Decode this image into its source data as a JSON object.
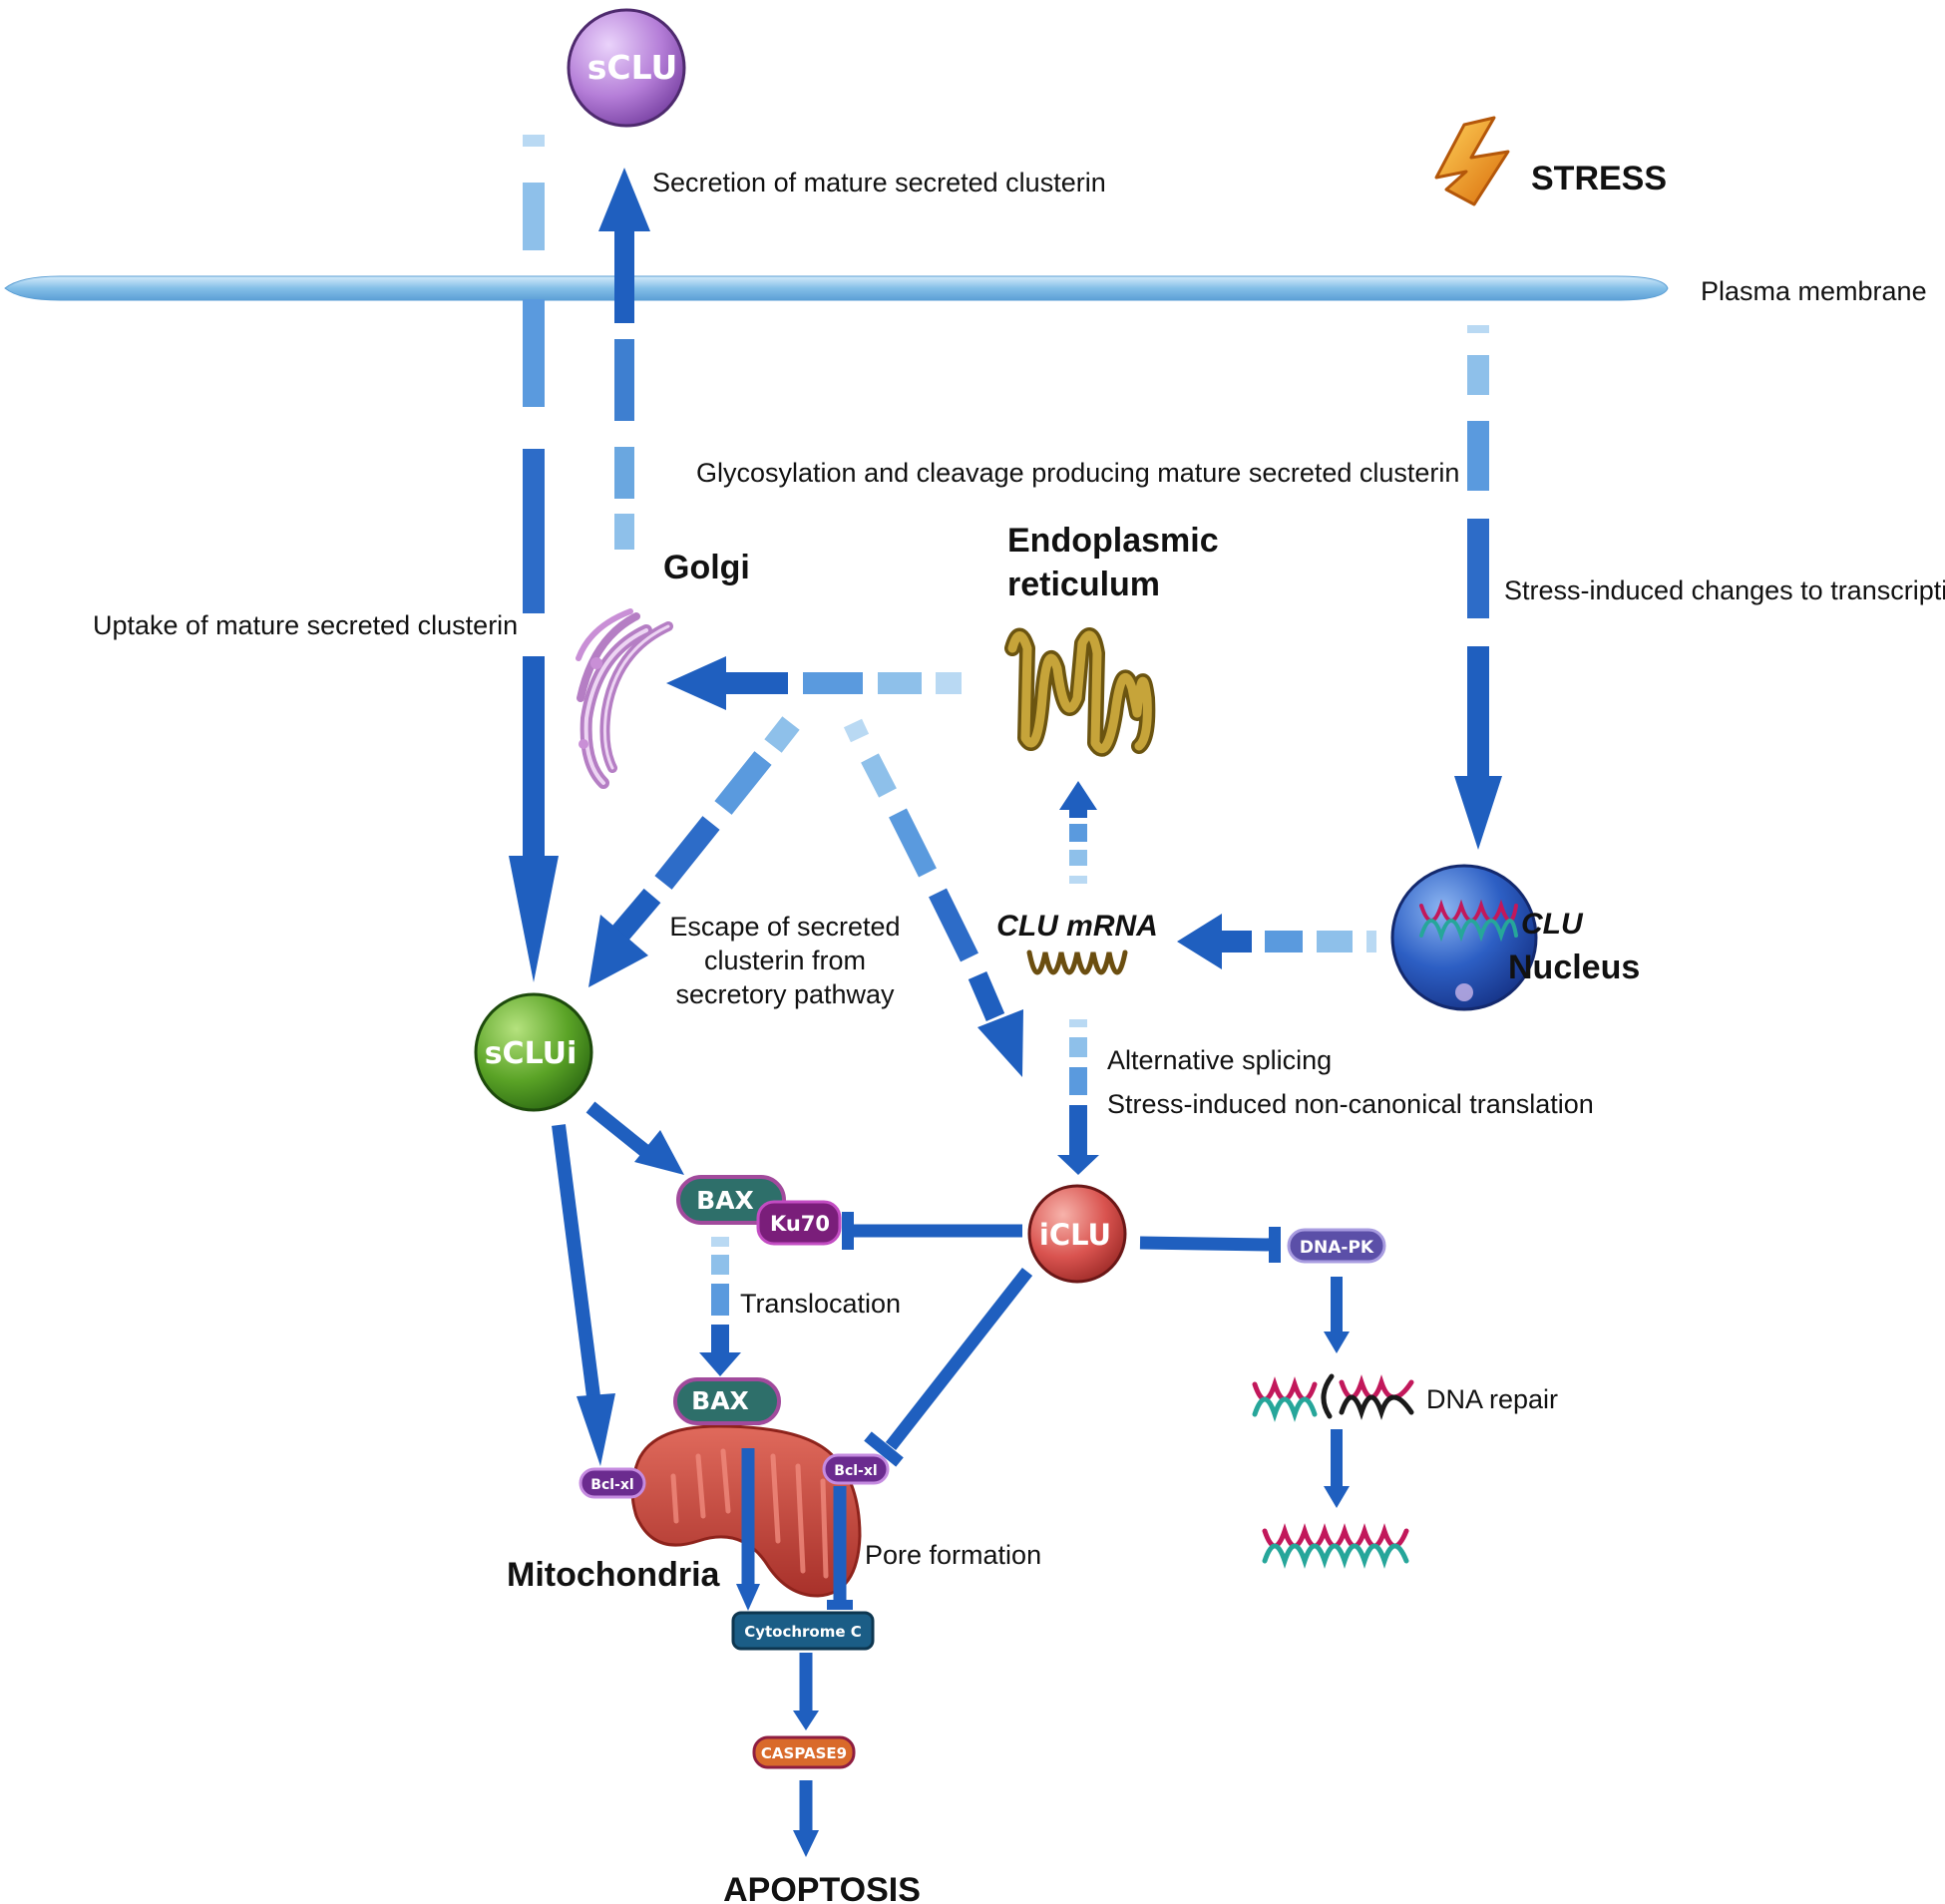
{
  "nodes": {
    "sclu": "sCLU",
    "sclui": "sCLUi",
    "iclu": "iCLU",
    "bax_top": "BAX",
    "ku70": "Ku70",
    "bax_bottom": "BAX",
    "bclxl_left": "Bcl-xl",
    "bclxl_right": "Bcl-xl",
    "cytochrome": "Cytochrome C",
    "caspase": "CASPASE9",
    "dnapk": "DNA-PK",
    "clu_gene": "CLU"
  },
  "labels": {
    "stress": "STRESS",
    "plasma_membrane": "Plasma membrane",
    "secretion": "Secretion of mature secreted clusterin",
    "glycosylation": "Glycosylation and cleavage producing mature secreted clusterin",
    "golgi": "Golgi",
    "er_line1": "Endoplasmic",
    "er_line2": "reticulum",
    "uptake": "Uptake of mature secreted clusterin",
    "stress_transcription": "Stress-induced changes to transcription",
    "clu_mrna": "CLU mRNA",
    "nucleus": "Nucleus",
    "escape_line1": "Escape of secreted",
    "escape_line2": "clusterin from",
    "escape_line3": "secretory pathway",
    "alt_splicing": "Alternative splicing",
    "noncanonical": "Stress-induced non-canonical translation",
    "translocation": "Translocation",
    "dna_repair": "DNA repair",
    "mitochondria": "Mitochondria",
    "pore_formation": "Pore formation",
    "apoptosis": "APOPTOSIS"
  },
  "colors": {
    "arrow_dark": "#1f5fbf",
    "arrow_light": "#8ec0ea",
    "membrane": "#8ec6ea",
    "sclu": "#b57ed8",
    "sclui": "#5aa326",
    "iclu": "#d9534f",
    "nucleus": "#2d5fc4",
    "mito": "#c8453a"
  }
}
